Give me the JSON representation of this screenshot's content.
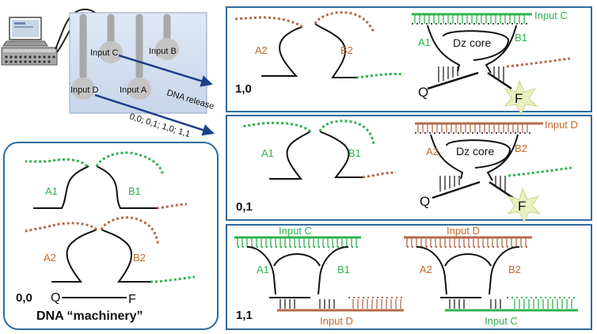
{
  "colors": {
    "frame": "#2f6a9e",
    "green": "#2fb24f",
    "brown": "#b36a4a",
    "strand": "#111111",
    "chip": "#d6e2f2",
    "star": "#e9efc0"
  },
  "chip": {
    "inputs": [
      "Input C",
      "Input B",
      "Input D",
      "Input A"
    ],
    "arrow_label_1": "DNA release",
    "arrow_label_2": "0,0; 0,1; 1,0; 1,1"
  },
  "panels": {
    "p00": {
      "state": "0,0",
      "arm_top_left": "A1",
      "arm_top_right": "B1",
      "arm_bot_left": "A2",
      "arm_bot_right": "B2",
      "q": "Q",
      "f": "F",
      "caption": "DNA “machinery”"
    },
    "p10": {
      "state": "1,0",
      "arm_left": "A2",
      "arm_right": "B2",
      "core_left": "A1",
      "core_right": "B1",
      "core": "Dz core",
      "input": "Input C",
      "q": "Q",
      "f": "F"
    },
    "p01": {
      "state": "0,1",
      "arm_left": "A1",
      "arm_right": "B1",
      "core_left": "A2",
      "core_right": "B2",
      "core": "Dz core",
      "input": "Input D",
      "q": "Q",
      "f": "F"
    },
    "p11": {
      "state": "1,1",
      "left_top_input": "Input C",
      "left_left": "A1",
      "left_right": "B1",
      "left_bottom_input": "Input D",
      "right_top_input": "Input D",
      "right_left": "A2",
      "right_right": "B2",
      "right_bottom_input": "Input C"
    }
  }
}
